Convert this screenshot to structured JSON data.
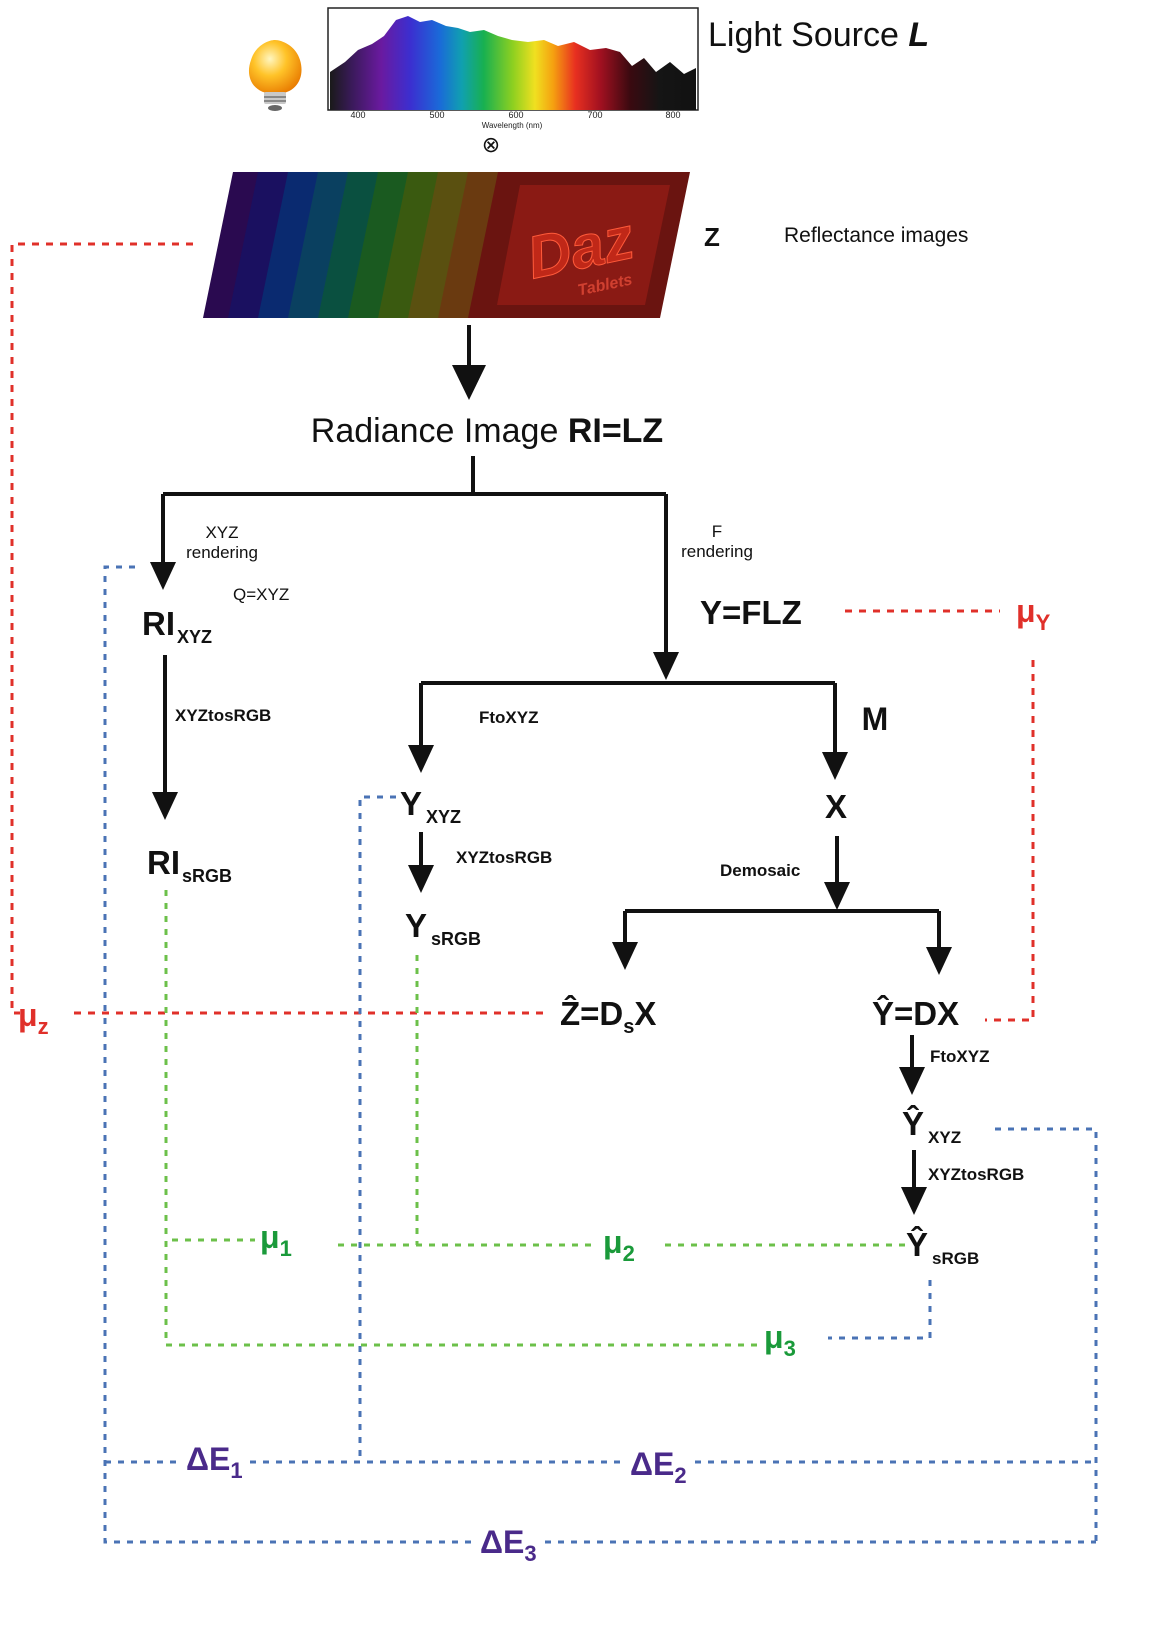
{
  "header": {
    "light_source": "Light Source ",
    "light_source_symbol": "L",
    "spectrum_ticks": [
      "400",
      "500",
      "600",
      "700",
      "800"
    ],
    "spectrum_xlabel": "Wavelength (nm)",
    "otimes": "⊗"
  },
  "reflectance": {
    "symbol": "Z",
    "label": "Reflectance images",
    "brand": "Daz",
    "brand_sub": "Tablets"
  },
  "radiance": {
    "prefix": "Radiance Image ",
    "eq": "RI=LZ"
  },
  "labels": {
    "xyz_rendering_1": "XYZ",
    "xyz_rendering_2": "rendering",
    "f_rendering_1": "F",
    "f_rendering_2": "rendering",
    "q_eq": "Q=XYZ",
    "xyztosrgb": "XYZtosRGB",
    "ftoxyz": "FtoXYZ",
    "demosaic": "Demosaic",
    "m": "M"
  },
  "nodes": {
    "ri_xyz": {
      "main": "RI",
      "sub": "XYZ"
    },
    "ri_srgb": {
      "main": "RI",
      "sub": "sRGB"
    },
    "y_flz": "Y=FLZ",
    "y_xyz": {
      "main": "Y",
      "sub": "XYZ"
    },
    "y_srgb": {
      "main": "Y",
      "sub": "sRGB"
    },
    "x": "X",
    "z_hat": {
      "pre": "Ẑ=D",
      "sub": "s",
      "post": "X"
    },
    "y_hat": "Ŷ=DX",
    "yhat_xyz": {
      "main": "Ŷ",
      "sub": "XYZ"
    },
    "yhat_srgb": {
      "main": "Ŷ",
      "sub": "sRGB"
    }
  },
  "metrics": {
    "mu_y": {
      "main": "μ",
      "sub": "Y"
    },
    "mu_z": {
      "main": "μ",
      "sub": "z"
    },
    "mu_1": {
      "main": "μ",
      "sub": "1"
    },
    "mu_2": {
      "main": "μ",
      "sub": "2"
    },
    "mu_3": {
      "main": "μ",
      "sub": "3"
    },
    "de_1": {
      "main": "ΔE",
      "sub": "1"
    },
    "de_2": {
      "main": "ΔE",
      "sub": "2"
    },
    "de_3": {
      "main": "ΔE",
      "sub": "3"
    }
  },
  "colors": {
    "red": "#e0302a",
    "blue": "#4a73b5",
    "green": "#6cc04a",
    "metric_green": "#1a9a3a",
    "delta_purple": "#4a2a8a"
  }
}
